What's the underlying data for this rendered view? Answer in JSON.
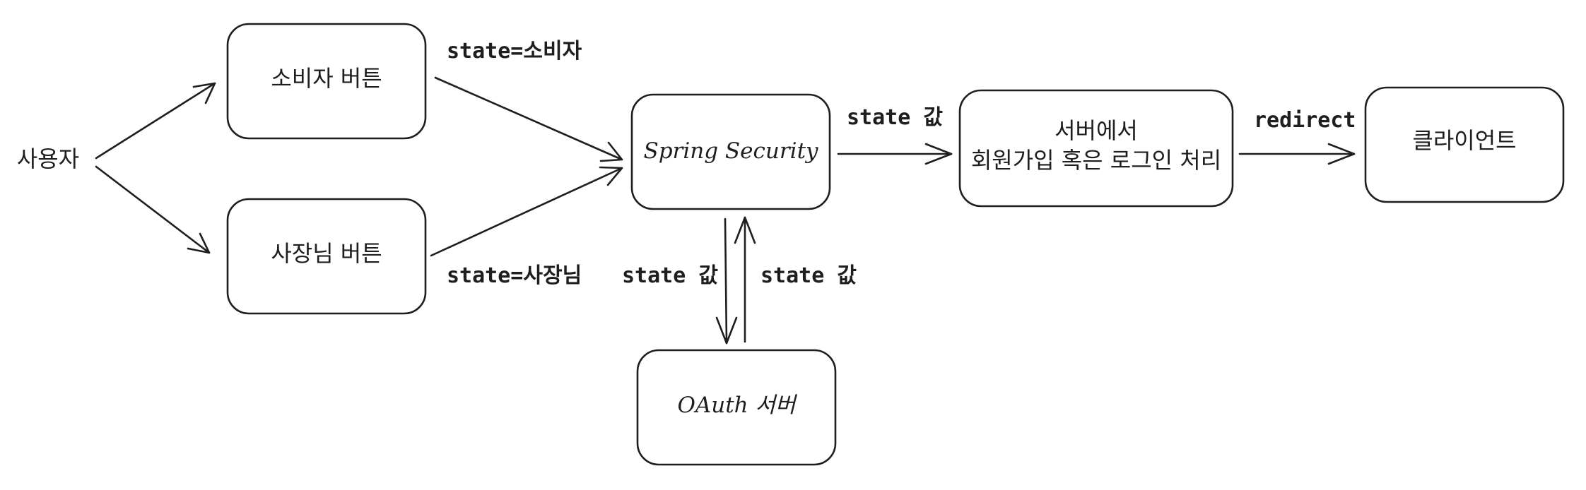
{
  "diagram": {
    "nodes": {
      "user": "사용자",
      "consumer_button": "소비자 버튼",
      "owner_button": "사장님 버튼",
      "spring_security": "Spring Security",
      "oauth_server": "OAuth 서버",
      "server_line1": "서버에서",
      "server_line2": "회원가입 혹은 로그인 처리",
      "client": "클라이언트"
    },
    "edges": {
      "consumer_state": "state=소비자",
      "owner_state": "state=사장님",
      "to_server": "state 값",
      "to_oauth": "state 값",
      "from_oauth": "state 값",
      "redirect": "redirect"
    },
    "colors": {
      "stroke": "#1e1e1e",
      "background": "#ffffff"
    }
  }
}
